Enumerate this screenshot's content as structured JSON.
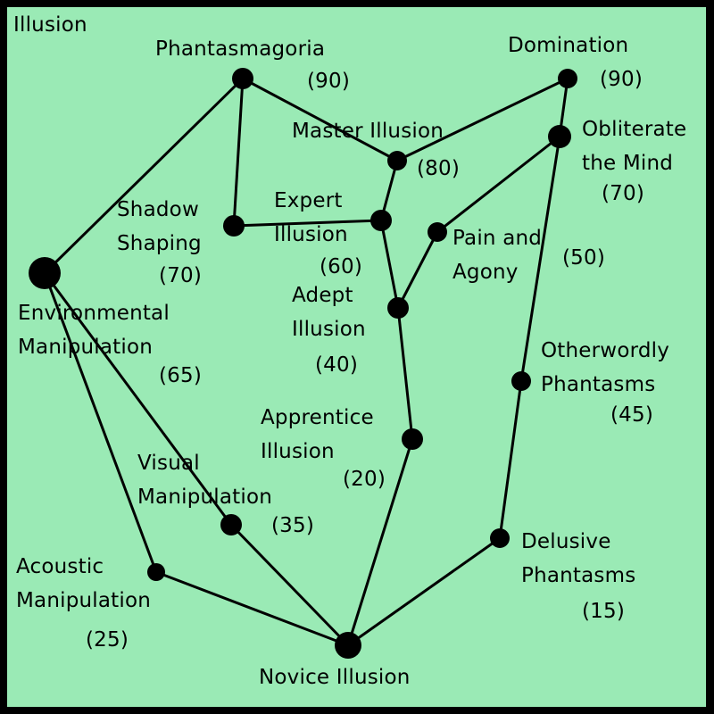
{
  "title": "Illusion",
  "colors": {
    "background": "#9aeab5",
    "border": "#000000",
    "node": "#000000",
    "edge": "#000000",
    "text": "#000000"
  },
  "nodes": [
    {
      "id": "phantasmagoria",
      "name": "Phantasmagoria",
      "cost": "(90)",
      "lines": [
        "Phantasmagoria"
      ]
    },
    {
      "id": "domination",
      "name": "Domination",
      "cost": "(90)",
      "lines": [
        "Domination"
      ]
    },
    {
      "id": "master-illusion",
      "name": "Master Illusion",
      "cost": "(80)",
      "lines": [
        "Master Illusion"
      ]
    },
    {
      "id": "obliterate-the-mind",
      "name": "Obliterate the Mind",
      "cost": "(70)",
      "lines": [
        "Obliterate",
        "the Mind"
      ]
    },
    {
      "id": "shadow-shaping",
      "name": "Shadow Shaping",
      "cost": "(70)",
      "lines": [
        "Shadow",
        "Shaping"
      ]
    },
    {
      "id": "expert-illusion",
      "name": "Expert Illusion",
      "cost": "(60)",
      "lines": [
        "Expert",
        "Illusion"
      ]
    },
    {
      "id": "pain-and-agony",
      "name": "Pain and Agony",
      "cost": "(50)",
      "lines": [
        "Pain and",
        "Agony"
      ]
    },
    {
      "id": "environmental-manipulation",
      "name": "Environmental Manipulation",
      "cost": "(65)",
      "lines": [
        "Environmental",
        "Manipulation"
      ]
    },
    {
      "id": "adept-illusion",
      "name": "Adept Illusion",
      "cost": "(40)",
      "lines": [
        "Adept",
        "Illusion"
      ]
    },
    {
      "id": "otherwordly-phantasms",
      "name": "Otherwordly Phantasms",
      "cost": "(45)",
      "lines": [
        "Otherwordly",
        "Phantasms"
      ]
    },
    {
      "id": "apprentice-illusion",
      "name": "Apprentice Illusion",
      "cost": "(20)",
      "lines": [
        "Apprentice",
        "Illusion"
      ]
    },
    {
      "id": "visual-manipulation",
      "name": "Visual Manipulation",
      "cost": "(35)",
      "lines": [
        "Visual",
        "Manipulation"
      ]
    },
    {
      "id": "acoustic-manipulation",
      "name": "Acoustic Manipulation",
      "cost": "(25)",
      "lines": [
        "Acoustic",
        "Manipulation"
      ]
    },
    {
      "id": "delusive-phantasms",
      "name": "Delusive Phantasms",
      "cost": "(15)",
      "lines": [
        "Delusive",
        "Phantasms"
      ]
    },
    {
      "id": "novice-illusion",
      "name": "Novice Illusion",
      "cost": "",
      "lines": [
        "Novice Illusion"
      ]
    }
  ],
  "edges": [
    [
      "novice-illusion",
      "acoustic-manipulation"
    ],
    [
      "novice-illusion",
      "visual-manipulation"
    ],
    [
      "novice-illusion",
      "apprentice-illusion"
    ],
    [
      "novice-illusion",
      "delusive-phantasms"
    ],
    [
      "acoustic-manipulation",
      "environmental-manipulation"
    ],
    [
      "visual-manipulation",
      "environmental-manipulation"
    ],
    [
      "environmental-manipulation",
      "phantasmagoria"
    ],
    [
      "phantasmagoria",
      "shadow-shaping"
    ],
    [
      "phantasmagoria",
      "master-illusion"
    ],
    [
      "shadow-shaping",
      "expert-illusion"
    ],
    [
      "apprentice-illusion",
      "adept-illusion"
    ],
    [
      "adept-illusion",
      "expert-illusion"
    ],
    [
      "adept-illusion",
      "pain-and-agony"
    ],
    [
      "expert-illusion",
      "master-illusion"
    ],
    [
      "master-illusion",
      "domination"
    ],
    [
      "pain-and-agony",
      "obliterate-the-mind"
    ],
    [
      "domination",
      "obliterate-the-mind"
    ],
    [
      "delusive-phantasms",
      "otherwordly-phantasms"
    ],
    [
      "otherwordly-phantasms",
      "obliterate-the-mind"
    ]
  ]
}
